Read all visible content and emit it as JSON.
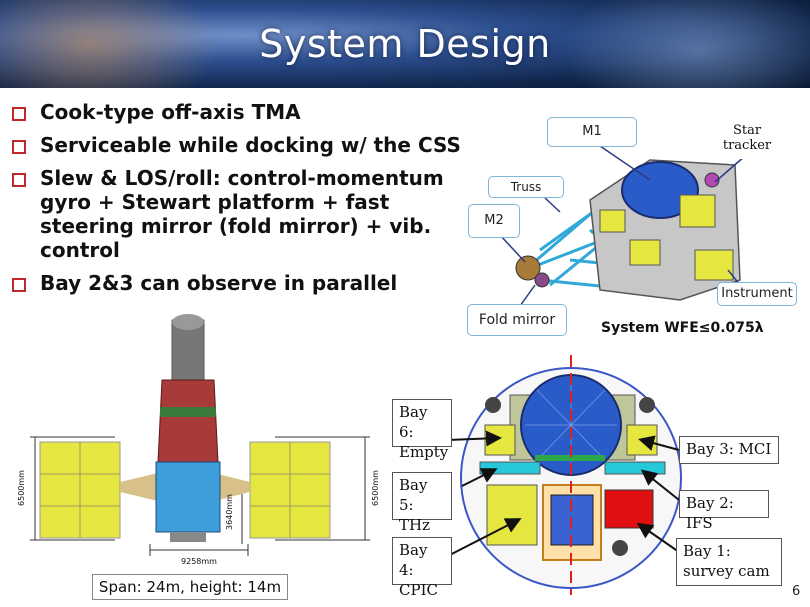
{
  "slide": {
    "title": "System Design",
    "page_number": "6"
  },
  "bullets": [
    "Cook-type off-axis TMA",
    "Serviceable while docking w/ the CSS",
    "Slew & LOS/roll: control-momentum gyro + Stewart platform + fast steering mirror (fold mirror) + vib. control",
    "Bay 2&3 can observe in parallel"
  ],
  "telescope_labels": {
    "m1": "M1",
    "star_tracker": "Star tracker",
    "truss": "Truss",
    "m2": "M2",
    "instrument": "Instrument",
    "fold_mirror": "Fold mirror",
    "wfe": "System WFE≤0.075λ"
  },
  "bays": {
    "bay6": "Bay 6: Empty",
    "bay5": "Bay 5: THz",
    "bay4": "Bay 4: CPIC",
    "bay3": "Bay 3: MCI",
    "bay2": "Bay 2: IFS",
    "bay1": "Bay 1: survey cam"
  },
  "spacecraft_dims": {
    "left_height": "6500mm",
    "right_height": "6500mm",
    "span": "9258mm",
    "body": "3640mm",
    "caption": "Span: 24m, height: 14m"
  },
  "colors": {
    "bullet_square": "#c0282a",
    "panel_yellow": "#e6e640",
    "body_red": "#a83a3a",
    "body_blue": "#3d9ed9",
    "mirror_blue": "#2a5cc9",
    "bay_red": "#e01010",
    "truss_cyan": "#30a8d8",
    "dashed_red": "#e02020"
  }
}
